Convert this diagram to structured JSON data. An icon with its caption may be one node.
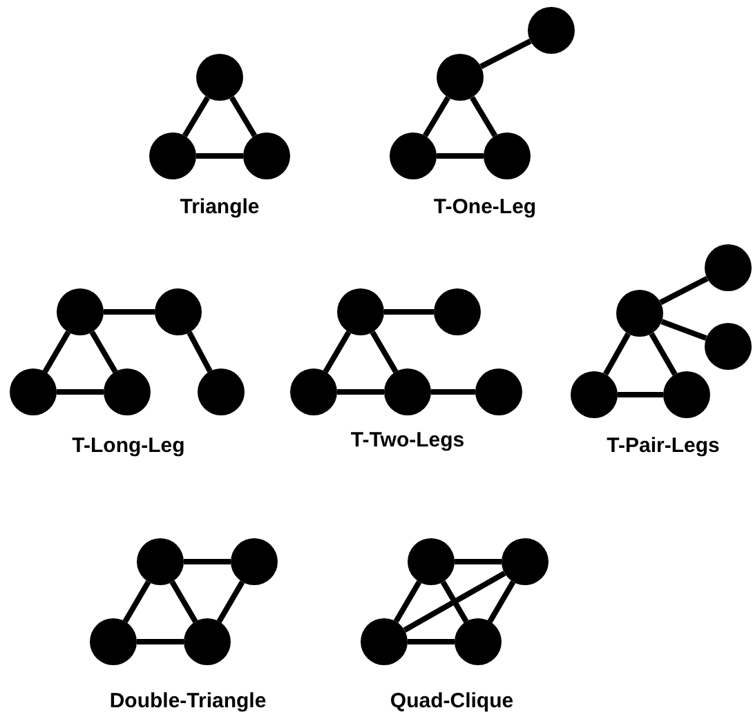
{
  "diagram": {
    "nodes": [
      {
        "text": [],
        "shape": "circle"
      },
      {
        "text": [],
        "shape": "circle"
      },
      {
        "text": [],
        "shape": "circle"
      },
      {
        "text": [],
        "shape": "circle"
      },
      {
        "text": [],
        "shape": "circle"
      },
      {
        "text": [],
        "shape": "circle"
      },
      {
        "text": [],
        "shape": "circle"
      },
      {
        "text": [],
        "shape": "circle"
      },
      {
        "text": [],
        "shape": "circle"
      },
      {
        "text": [],
        "shape": "circle"
      },
      {
        "text": [],
        "shape": "circle"
      },
      {
        "text": [],
        "shape": "circle"
      },
      {
        "text": [],
        "shape": "circle"
      },
      {
        "text": [],
        "shape": "circle"
      },
      {
        "text": [],
        "shape": "circle"
      },
      {
        "text": [],
        "shape": "circle"
      },
      {
        "text": [],
        "shape": "circle"
      },
      {
        "text": [],
        "shape": "circle"
      },
      {
        "text": [],
        "shape": "circle"
      },
      {
        "text": [],
        "shape": "circle"
      },
      {
        "text": [],
        "shape": "circle"
      },
      {
        "text": [],
        "shape": "circle"
      },
      {
        "text": [],
        "shape": "circle"
      },
      {
        "text": [],
        "shape": "circle"
      },
      {
        "text": [],
        "shape": "circle"
      },
      {
        "text": [],
        "shape": "circle"
      },
      {
        "text": [],
        "shape": "circle"
      },
      {
        "text": [],
        "shape": "circle"
      },
      {
        "text": [],
        "shape": "circle"
      },
      {
        "text": [],
        "shape": "circle"
      }
    ],
    "edges": [
      {
        "from": 0,
        "to": 1,
        "arrow": "none"
      },
      {
        "from": 0,
        "to": 2,
        "arrow": "none"
      },
      {
        "from": 1,
        "to": 2,
        "arrow": "none"
      },
      {
        "from": 4,
        "to": 3,
        "arrow": "none"
      },
      {
        "from": 4,
        "to": 5,
        "arrow": "none"
      },
      {
        "from": 4,
        "to": 6,
        "arrow": "none"
      },
      {
        "from": 5,
        "to": 6,
        "arrow": "none"
      },
      {
        "from": 7,
        "to": 9,
        "arrow": "none"
      },
      {
        "from": 7,
        "to": 10,
        "arrow": "none"
      },
      {
        "from": 9,
        "to": 10,
        "arrow": "none"
      },
      {
        "from": 7,
        "to": 8,
        "arrow": "none"
      },
      {
        "from": 8,
        "to": 11,
        "arrow": "none"
      },
      {
        "from": 12,
        "to": 14,
        "arrow": "none"
      },
      {
        "from": 12,
        "to": 15,
        "arrow": "none"
      },
      {
        "from": 14,
        "to": 15,
        "arrow": "none"
      },
      {
        "from": 12,
        "to": 13,
        "arrow": "none"
      },
      {
        "from": 15,
        "to": 16,
        "arrow": "none"
      },
      {
        "from": 18,
        "to": 20,
        "arrow": "none"
      },
      {
        "from": 18,
        "to": 21,
        "arrow": "none"
      },
      {
        "from": 20,
        "to": 21,
        "arrow": "none"
      },
      {
        "from": 18,
        "to": 17,
        "arrow": "none"
      },
      {
        "from": 18,
        "to": 19,
        "arrow": "none"
      },
      {
        "from": 22,
        "to": 23,
        "arrow": "none"
      },
      {
        "from": 22,
        "to": 24,
        "arrow": "none"
      },
      {
        "from": 22,
        "to": 25,
        "arrow": "none"
      },
      {
        "from": 24,
        "to": 25,
        "arrow": "none"
      },
      {
        "from": 23,
        "to": 25,
        "arrow": "none"
      },
      {
        "from": 26,
        "to": 27,
        "arrow": "none"
      },
      {
        "from": 26,
        "to": 28,
        "arrow": "none"
      },
      {
        "from": 26,
        "to": 29,
        "arrow": "none"
      },
      {
        "from": 28,
        "to": 29,
        "arrow": "none"
      },
      {
        "from": 27,
        "to": 29,
        "arrow": "none"
      },
      {
        "from": 28,
        "to": 27,
        "arrow": "none"
      }
    ],
    "labels": [
      "Triangle",
      "T-One-Leg",
      "T-Long-Leg",
      "T-Two-Legs",
      "T-Pair-Legs",
      "Double-Triangle",
      "Quad-Clique"
    ]
  }
}
